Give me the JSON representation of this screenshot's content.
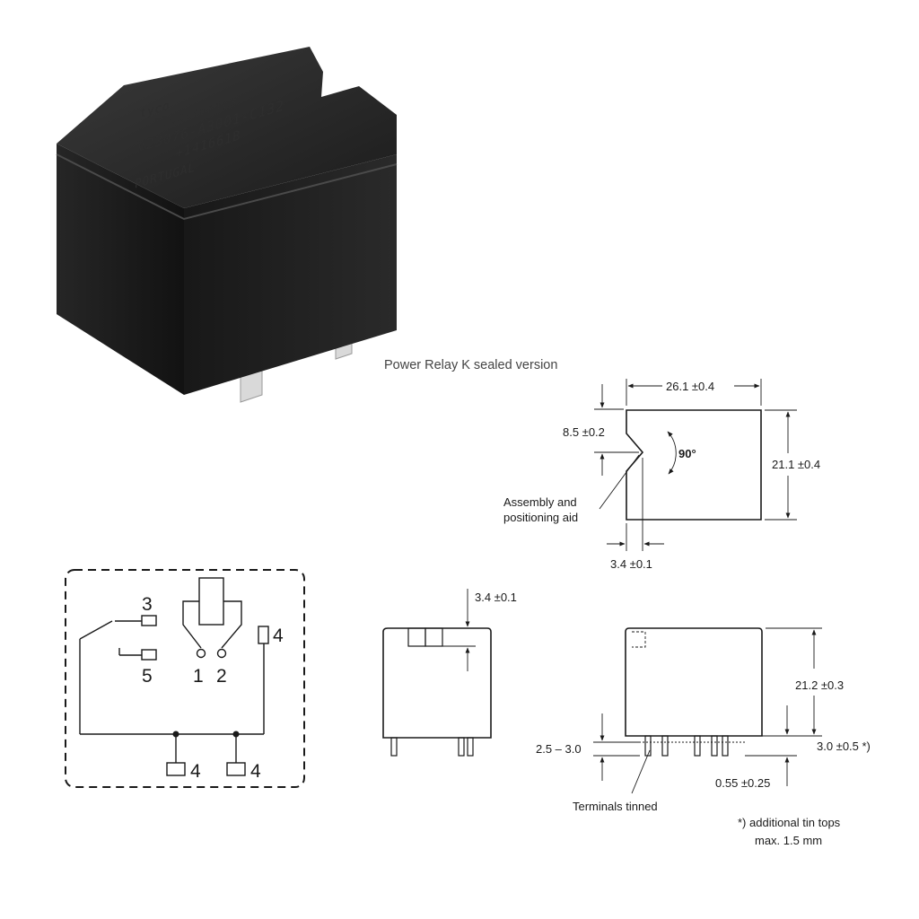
{
  "title": "Power Relay K sealed version",
  "product_markings": {
    "brand": "tyco",
    "company": "Electronics",
    "part_number": "V23076-A3001-C132",
    "code": "+141661B",
    "origin": "PORTUGAL"
  },
  "top_view": {
    "width": "26.1 ±0.4",
    "height": "21.1 ±0.4",
    "notch_offset": "8.5 ±0.2",
    "notch_angle": "90°",
    "notch_depth": "3.4 ±0.1",
    "notch_note": [
      "Assembly and",
      "positioning aid"
    ]
  },
  "front_view": {
    "notch_dim": "3.4 ±0.1"
  },
  "side_view": {
    "height": "21.2 ±0.3",
    "standoff": "2.5 – 3.0",
    "pin_length": "3.0 ±0.5 *)",
    "pin_offset": "0.55 ±0.25",
    "terminals_note": "Terminals tinned",
    "footnote": [
      "*)  additional tin tops",
      "max. 1.5 mm"
    ]
  },
  "schematic": {
    "pin_labels": [
      "3",
      "5",
      "1",
      "2",
      "4",
      "4",
      "4"
    ]
  }
}
